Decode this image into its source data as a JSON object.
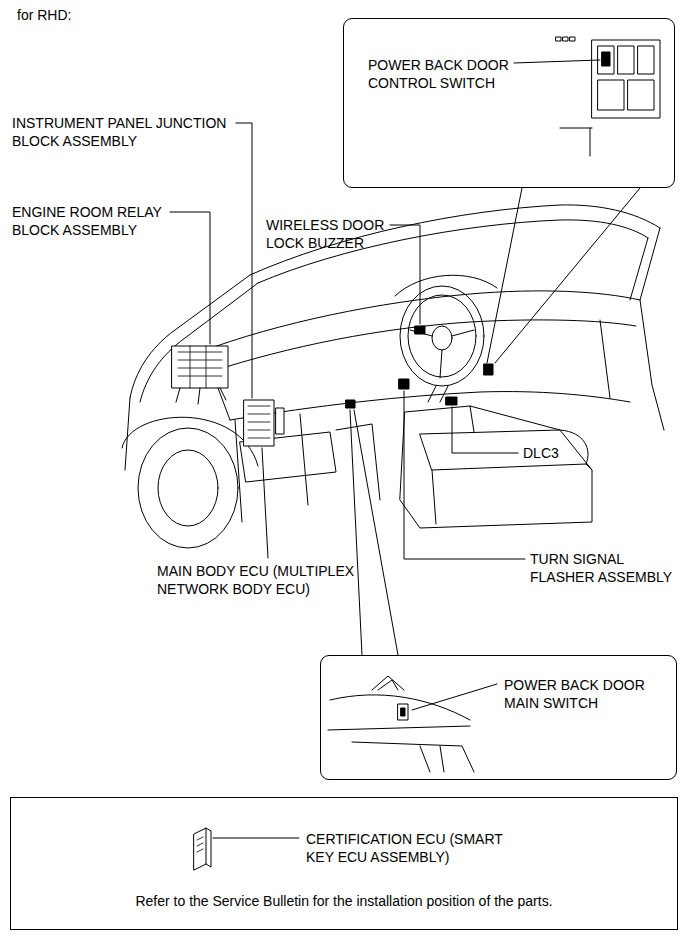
{
  "diagram": {
    "title": "for RHD:",
    "nodes": [
      {
        "text": [
          "POWER BACK DOOR CONTROL SWITCH"
        ]
      },
      {
        "text": [
          "POWER BACK DOOR MAIN SWITCH"
        ]
      },
      {
        "text": [
          "CERTIFICATION ECU (SMART KEY ECU ASSEMBLY)",
          "Refer to the Service Bulletin for the installation position of the parts."
        ]
      }
    ],
    "labels": [
      "INSTRUMENT PANEL JUNCTION BLOCK ASSEMBLY",
      "ENGINE ROOM RELAY BLOCK ASSEMBLY",
      "WIRELESS DOOR LOCK BUZZER",
      "DLC3",
      "MAIN BODY ECU (MULTIPLEX NETWORK BODY ECU)",
      "TURN SIGNAL FLASHER ASSEMBLY"
    ]
  }
}
